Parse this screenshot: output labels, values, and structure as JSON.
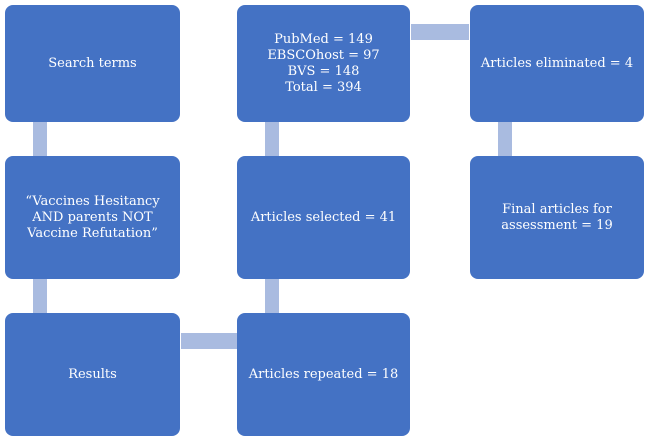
{
  "flowchart": {
    "search_terms": "Search terms",
    "query": [
      "“Vaccines Hesitancy",
      "AND parents NOT",
      "Vaccine Refutation”"
    ],
    "results": "Results",
    "databases": [
      "PubMed = 149",
      "EBSCOhost = 97",
      "BVS = 148",
      "Total = 394"
    ],
    "articles_selected": "Articles selected = 41",
    "articles_repeated": "Articles repeated = 18",
    "articles_eliminated": "Articles eliminated = 4",
    "final_articles": [
      "Final articles for",
      "assessment = 19"
    ]
  },
  "colors": {
    "box": "#4472c4",
    "connector": "#a9bbe0",
    "text": "#ffffff"
  }
}
